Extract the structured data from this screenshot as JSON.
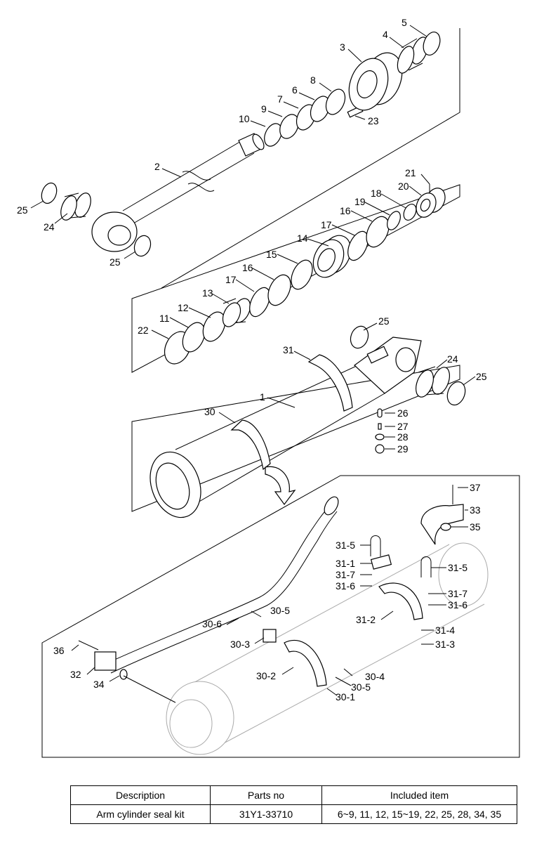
{
  "callouts": [
    {
      "id": "c5",
      "text": "5"
    },
    {
      "id": "c4",
      "text": "4"
    },
    {
      "id": "c3",
      "text": "3"
    },
    {
      "id": "c8",
      "text": "8"
    },
    {
      "id": "c6",
      "text": "6"
    },
    {
      "id": "c7",
      "text": "7"
    },
    {
      "id": "c9",
      "text": "9"
    },
    {
      "id": "c10",
      "text": "10"
    },
    {
      "id": "c23",
      "text": "23"
    },
    {
      "id": "c2",
      "text": "2"
    },
    {
      "id": "c25a",
      "text": "25"
    },
    {
      "id": "c24a",
      "text": "24"
    },
    {
      "id": "c25b",
      "text": "25"
    },
    {
      "id": "c21",
      "text": "21"
    },
    {
      "id": "c20",
      "text": "20"
    },
    {
      "id": "c18",
      "text": "18"
    },
    {
      "id": "c19",
      "text": "19"
    },
    {
      "id": "c16a",
      "text": "16"
    },
    {
      "id": "c17a",
      "text": "17"
    },
    {
      "id": "c14",
      "text": "14"
    },
    {
      "id": "c15",
      "text": "15"
    },
    {
      "id": "c16b",
      "text": "16"
    },
    {
      "id": "c17b",
      "text": "17"
    },
    {
      "id": "c13",
      "text": "13"
    },
    {
      "id": "c12",
      "text": "12"
    },
    {
      "id": "c11",
      "text": "11"
    },
    {
      "id": "c22",
      "text": "22"
    },
    {
      "id": "c25c",
      "text": "25"
    },
    {
      "id": "c31",
      "text": "31"
    },
    {
      "id": "c24b",
      "text": "24"
    },
    {
      "id": "c25d",
      "text": "25"
    },
    {
      "id": "c1",
      "text": "1"
    },
    {
      "id": "c30",
      "text": "30"
    },
    {
      "id": "c26",
      "text": "26"
    },
    {
      "id": "c27",
      "text": "27"
    },
    {
      "id": "c28",
      "text": "28"
    },
    {
      "id": "c29",
      "text": "29"
    },
    {
      "id": "c37",
      "text": "37"
    },
    {
      "id": "c33",
      "text": "33"
    },
    {
      "id": "c35",
      "text": "35"
    },
    {
      "id": "c31_5a",
      "text": "31-5"
    },
    {
      "id": "c31_1",
      "text": "31-1"
    },
    {
      "id": "c31_7a",
      "text": "31-7"
    },
    {
      "id": "c31_6a",
      "text": "31-6"
    },
    {
      "id": "c31_5b",
      "text": "31-5"
    },
    {
      "id": "c31_7b",
      "text": "31-7"
    },
    {
      "id": "c31_6b",
      "text": "31-6"
    },
    {
      "id": "c31_2",
      "text": "31-2"
    },
    {
      "id": "c31_4",
      "text": "31-4"
    },
    {
      "id": "c31_3",
      "text": "31-3"
    },
    {
      "id": "c30_5a",
      "text": "30-5"
    },
    {
      "id": "c30_6",
      "text": "30-6"
    },
    {
      "id": "c30_3",
      "text": "30-3"
    },
    {
      "id": "c36",
      "text": "36"
    },
    {
      "id": "c32",
      "text": "32"
    },
    {
      "id": "c34",
      "text": "34"
    },
    {
      "id": "c30_2",
      "text": "30-2"
    },
    {
      "id": "c30_4",
      "text": "30-4"
    },
    {
      "id": "c30_5b",
      "text": "30-5"
    },
    {
      "id": "c30_1",
      "text": "30-1"
    }
  ],
  "kit_table": {
    "headers": [
      "Description",
      "Parts no",
      "Included item"
    ],
    "rows": [
      [
        "Arm cylinder seal kit",
        "31Y1-33710",
        "6~9, 11, 12, 15~19, 22, 25, 28, 34, 35"
      ]
    ]
  }
}
